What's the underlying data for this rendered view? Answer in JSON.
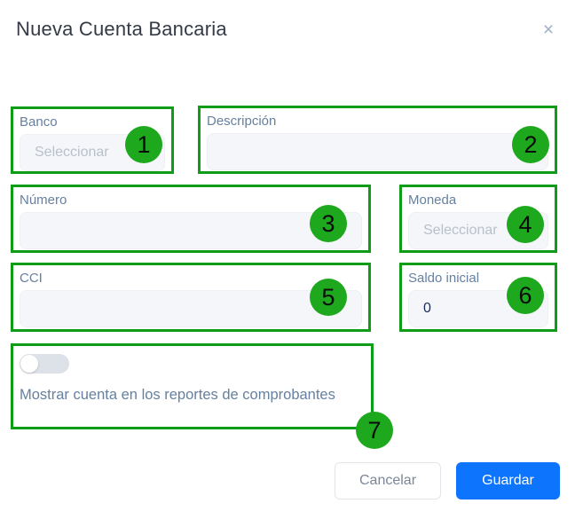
{
  "modal": {
    "title": "Nueva Cuenta Bancaria",
    "close_icon": "×"
  },
  "fields": {
    "banco": {
      "label": "Banco",
      "placeholder": "Seleccionar",
      "value": ""
    },
    "descripcion": {
      "label": "Descripción",
      "placeholder": "",
      "value": ""
    },
    "numero": {
      "label": "Número",
      "placeholder": "",
      "value": ""
    },
    "moneda": {
      "label": "Moneda",
      "placeholder": "Seleccionar",
      "value": ""
    },
    "cci": {
      "label": "CCI",
      "placeholder": "",
      "value": ""
    },
    "saldo_inicial": {
      "label": "Saldo inicial",
      "value": "0"
    },
    "mostrar_cuenta": {
      "label": "Mostrar cuenta en los reportes de comprobantes",
      "toggle_state": "off"
    }
  },
  "buttons": {
    "cancel": "Cancelar",
    "save": "Guardar"
  },
  "annotations": {
    "marks": [
      "1",
      "2",
      "3",
      "4",
      "5",
      "6",
      "7"
    ],
    "box_color": "#0f9d17",
    "circle_color": "#1ea81e"
  },
  "colors": {
    "primary_button": "#0d74fd",
    "label_text": "#66809f",
    "title_text": "#343a46",
    "input_background": "#f4f6f9",
    "value_text": "#1c2d5e"
  }
}
